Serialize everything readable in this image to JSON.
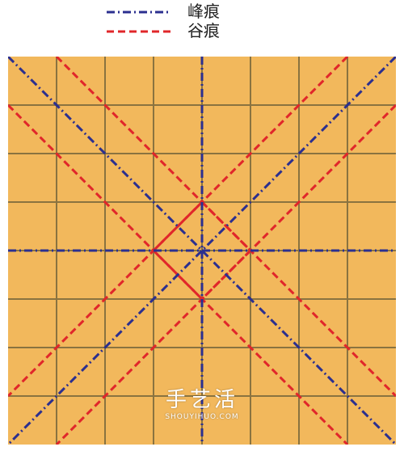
{
  "legend": {
    "mountain_label": "峰痕",
    "valley_label": "谷痕"
  },
  "colors": {
    "paper": "#f2b85c",
    "grid": "#8a7340",
    "mountain": "#2b2f8f",
    "valley": "#e0262a"
  },
  "diagram": {
    "grid_divisions": 8
  },
  "watermark": {
    "cn": "手艺活",
    "en": "SHOUYIHUO.COM"
  }
}
